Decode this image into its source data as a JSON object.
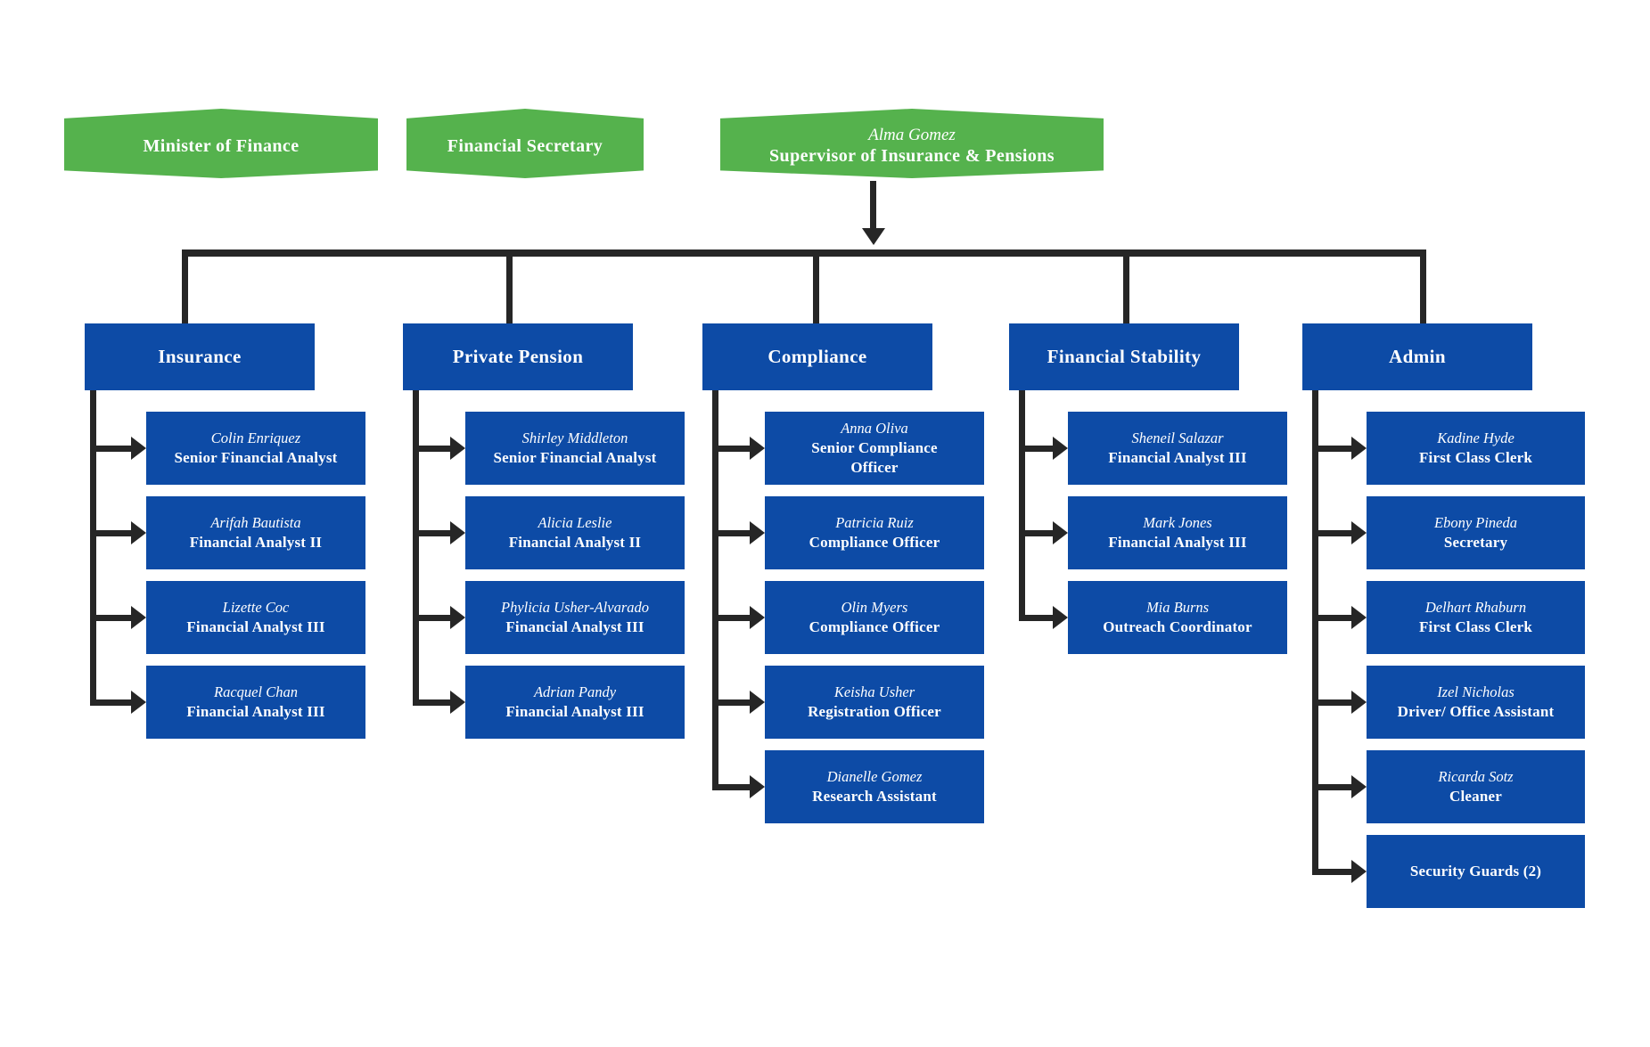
{
  "palette": {
    "green": "#55b24d",
    "blue": "#0d4ba6",
    "line": "#262626",
    "text": "#ffffff"
  },
  "top_nodes": [
    {
      "title": "Minister of Finance"
    },
    {
      "title": "Financial Secretary"
    },
    {
      "name": "Alma Gomez",
      "title": "Supervisor of Insurance & Pensions"
    }
  ],
  "departments": [
    {
      "label": "Insurance",
      "members": [
        {
          "name": "Colin Enriquez",
          "title": "Senior Financial Analyst"
        },
        {
          "name": "Arifah Bautista",
          "title": "Financial Analyst II"
        },
        {
          "name": "Lizette Coc",
          "title": "Financial Analyst III"
        },
        {
          "name": "Racquel Chan",
          "title": "Financial Analyst III"
        }
      ]
    },
    {
      "label": "Private Pension",
      "members": [
        {
          "name": "Shirley Middleton",
          "title": "Senior Financial Analyst"
        },
        {
          "name": "Alicia Leslie",
          "title": "Financial Analyst II"
        },
        {
          "name": "Phylicia Usher-Alvarado",
          "title": "Financial Analyst III"
        },
        {
          "name": "Adrian Pandy",
          "title": "Financial Analyst III"
        }
      ]
    },
    {
      "label": "Compliance",
      "members": [
        {
          "name": "Anna Oliva",
          "title": "Senior Compliance Officer"
        },
        {
          "name": "Patricia Ruiz",
          "title": "Compliance Officer"
        },
        {
          "name": "Olin Myers",
          "title": "Compliance Officer"
        },
        {
          "name": "Keisha Usher",
          "title": "Registration Officer"
        },
        {
          "name": "Dianelle Gomez",
          "title": "Research Assistant"
        }
      ]
    },
    {
      "label": "Financial Stability",
      "members": [
        {
          "name": "Sheneil Salazar",
          "title": "Financial Analyst III"
        },
        {
          "name": "Mark Jones",
          "title": "Financial Analyst III"
        },
        {
          "name": "Mia Burns",
          "title": "Outreach Coordinator"
        }
      ]
    },
    {
      "label": "Admin",
      "members": [
        {
          "name": "Kadine Hyde",
          "title": "First Class Clerk"
        },
        {
          "name": "Ebony Pineda",
          "title": "Secretary"
        },
        {
          "name": "Delhart Rhaburn",
          "title": "First Class Clerk"
        },
        {
          "name": "Izel Nicholas",
          "title": "Driver/ Office Assistant"
        },
        {
          "name": "Ricarda Sotz",
          "title": "Cleaner"
        },
        {
          "title": "Security Guards (2)"
        }
      ]
    }
  ]
}
